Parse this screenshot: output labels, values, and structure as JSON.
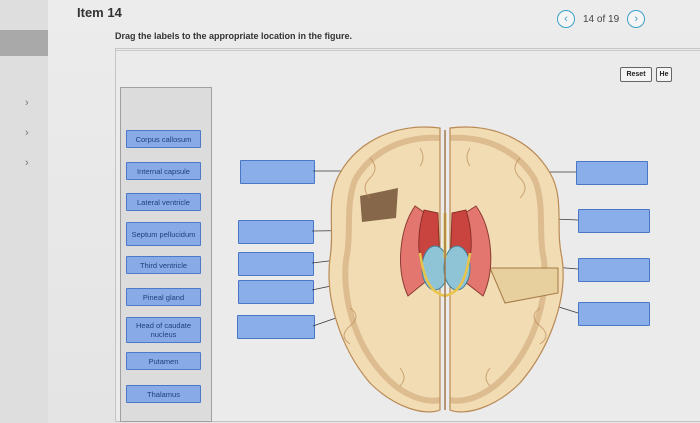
{
  "header": {
    "item_title": "Item 14",
    "pager_text": "14 of 19"
  },
  "prompt": {
    "instructions": "Drag the labels to the appropriate location in the figure."
  },
  "toolbar": {
    "reset_label": "Reset",
    "help_label": "He"
  },
  "labels": [
    "Corpus callosum",
    "Internal capsule",
    "Lateral ventricle",
    "Septum pellucidum",
    "Third ventricle",
    "Pineal gland",
    "Head of caudate nucleus",
    "Putamen",
    "Thalamus"
  ],
  "icons": {
    "prev": "chevron-left-icon",
    "next": "chevron-right-icon",
    "sidebar_expand": "chevron-right-icon"
  },
  "colors": {
    "label_fill": "#88abe8",
    "label_border": "#4d79c9",
    "accent": "#3aa3c9"
  }
}
